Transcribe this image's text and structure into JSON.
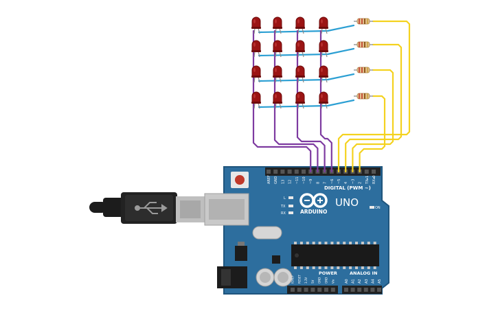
{
  "board": {
    "brand": "ARDUINO",
    "model": "UNO",
    "digital_header": "DIGITAL (PWM ~)",
    "analog_header": "ANALOG IN",
    "power_header": "POWER",
    "on_label": "ON",
    "l_label": "L",
    "tx_label": "TX",
    "rx_label": "RX",
    "digital_pins": [
      "AREF",
      "GND",
      "13",
      "12",
      "~11",
      "~10",
      "~9",
      "8",
      "7",
      "~6",
      "~5",
      "4",
      "~3",
      "2",
      "TX▸1",
      "RX◂0"
    ],
    "power_pins": [
      "IOREF",
      "RESET",
      "3.3V",
      "5V",
      "GND",
      "GND",
      "Vin"
    ],
    "analog_pins": [
      "A0",
      "A1",
      "A2",
      "A3",
      "A4",
      "A5"
    ]
  },
  "colors": {
    "led": "#9b1414",
    "led_dark": "#6e0c0c",
    "row_wire": "#2b9fd3",
    "column_wire": "#7d3aa0",
    "resistor_wire": "#f4d21f",
    "board": "#2d6e9e",
    "board_edge": "#1f557d",
    "header": "#222222",
    "usb_cable": "#1c1c1c"
  },
  "led_matrix": {
    "rows": 4,
    "columns": 4
  },
  "resistors": {
    "count": 4
  }
}
